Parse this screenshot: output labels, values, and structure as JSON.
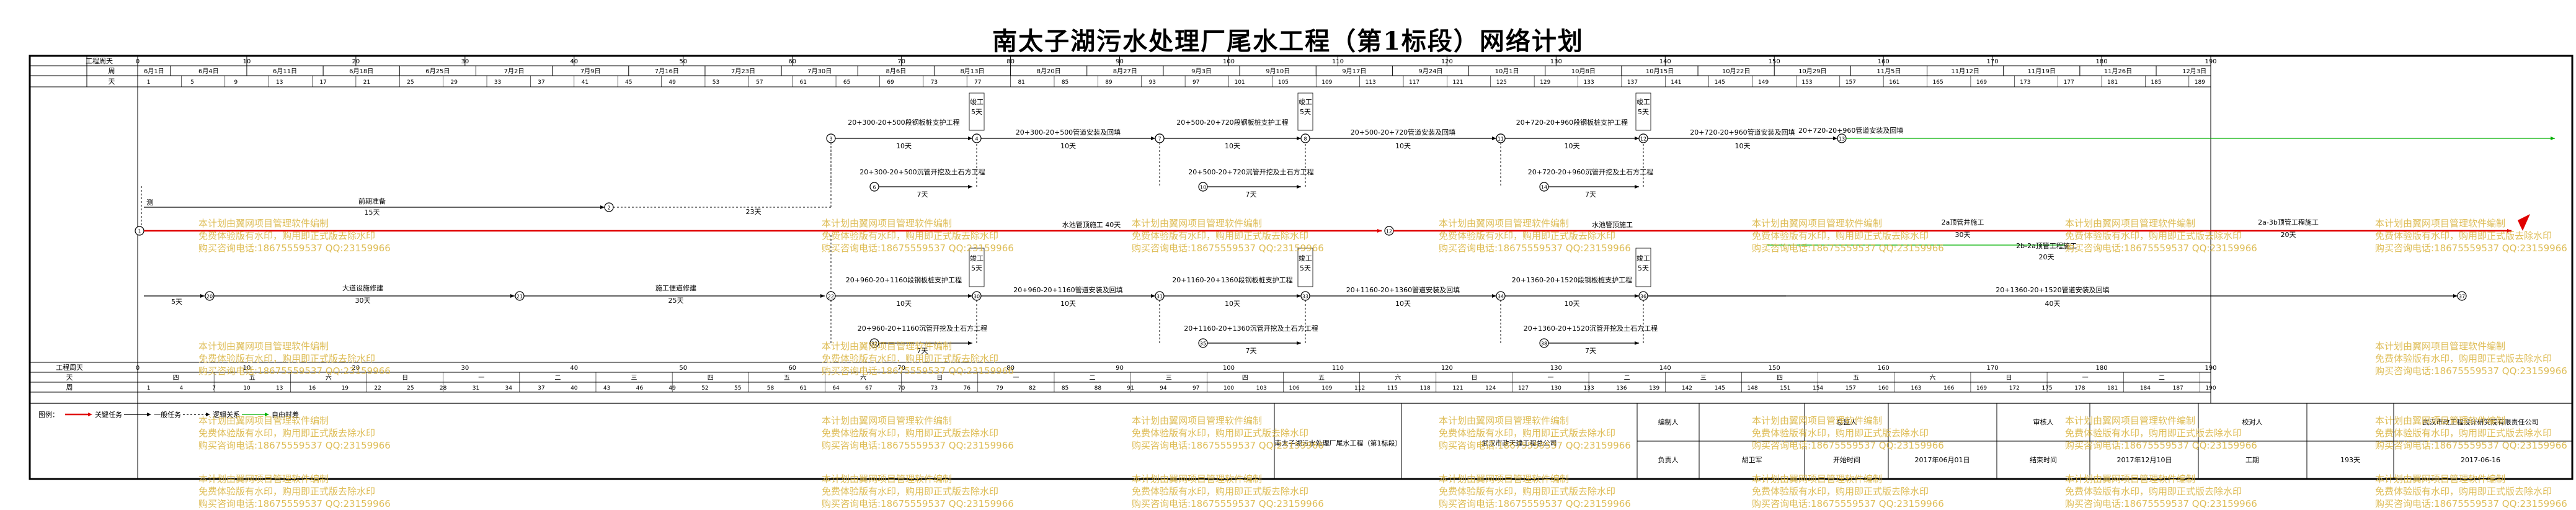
{
  "title": "南太子湖污水处理厂尾水工程（第1标段）网络计划",
  "row_labels": {
    "project_days": "工程周天",
    "week": "周",
    "day": "天",
    "bottom_project_days": "工程周天",
    "bottom_day": "天",
    "bottom_week": "周"
  },
  "top_ticks": [
    "0",
    "10",
    "20",
    "30",
    "40",
    "50",
    "60",
    "70",
    "80",
    "90",
    "100",
    "110",
    "120",
    "130",
    "140",
    "150",
    "160",
    "170",
    "180",
    "190"
  ],
  "week_dates": [
    "6月1日",
    "6月4日",
    "6月11日",
    "6月18日",
    "6月25日",
    "7月2日",
    "7月9日",
    "7月16日",
    "7月23日",
    "7月30日",
    "8月6日",
    "8月13日",
    "8月20日",
    "8月27日",
    "9月3日",
    "9月10日",
    "9月17日",
    "9月24日",
    "10月1日",
    "10月8日",
    "10月15日",
    "10月22日",
    "10月29日",
    "11月5日",
    "11月12日",
    "11月19日",
    "11月26日",
    "12月3日"
  ],
  "activities": {
    "prep": {
      "name": "前期准备",
      "dur": "15天"
    },
    "a1": {
      "name": "20+300-20+500段钢板桩支护工程",
      "dur": "10天"
    },
    "a1b": {
      "name": "20+300-20+500管道安装及回填",
      "dur": "10天"
    },
    "a1c": {
      "name": "20+300-20+500沉管开挖及土石方工程",
      "dur": "7天"
    },
    "a2": {
      "name": "20+500-20+720段钢板桩支护工程",
      "dur": "10天"
    },
    "a2b": {
      "name": "20+500-20+720管道安装及回填",
      "dur": "10天"
    },
    "a2c": {
      "name": "20+500-20+720沉管开挖及土石方工程",
      "dur": "7天"
    },
    "a3": {
      "name": "20+720-20+960段钢板桩支护工程",
      "dur": "10天"
    },
    "a3b": {
      "name": "20+720-20+960管道安装及回填",
      "dur": "10天"
    },
    "a3c": {
      "name": "20+720-20+960沉管开挖及土石方工程",
      "dur": "7天"
    },
    "crit1": {
      "name": "水池管顶施工",
      "dur": "40天"
    },
    "crit2": {
      "name": "水池管顶施工",
      "dur": "40天"
    },
    "crit3": {
      "name": "2a顶管井施工",
      "dur": "30天"
    },
    "crit4": {
      "name": "2a-3b顶管工程施工",
      "dur": "20天"
    },
    "crit5": {
      "name": "2b-2a顶管工程施工",
      "dur": "20天"
    },
    "road1": {
      "name": "施工便道修建",
      "dur": "25天"
    },
    "big": {
      "name": "大道设施修建",
      "dur": "30天"
    },
    "b1": {
      "name": "20+960-20+1160段钢板桩支护工程",
      "dur": "10天"
    },
    "b1b": {
      "name": "20+960-20+1160管道安装及回填",
      "dur": "10天"
    },
    "b1c": {
      "name": "20+960-20+1160沉管开挖及土石方工程",
      "dur": "7天"
    },
    "b2": {
      "name": "20+1160-20+1360段钢板桩支护工程",
      "dur": "10天"
    },
    "b2b": {
      "name": "20+1160-20+1360管道安装及回填",
      "dur": "10天"
    },
    "b2c": {
      "name": "20+1160-20+1360沉管开挖及土石方工程",
      "dur": "7天"
    },
    "b3": {
      "name": "20+1360-20+1520段钢板桩支护工程",
      "dur": "10天"
    },
    "b3b": {
      "name": "20+1360-20+1520管道安装及回填",
      "dur": "40天"
    },
    "b3c": {
      "name": "20+1360-20+1520沉管开挖及土石方工程",
      "dur": "7天"
    },
    "jiaogong": {
      "name": "竣工验收",
      "dur": "5天"
    },
    "survey": {
      "name": "测量放线",
      "dur": "5天"
    }
  },
  "legend": {
    "label": "图例：",
    "items": [
      {
        "text": "关键任务",
        "color": "#e00000"
      },
      {
        "text": "一般任务",
        "color": "#000000"
      },
      {
        "text": "逻辑关系",
        "color": "#000000"
      },
      {
        "text": "自由时差",
        "color": "#00b000"
      }
    ]
  },
  "titleblock": {
    "project": "南太子湖污水处理厂尾水工程（第1标段）",
    "company": "武汉市政天建工程总公司",
    "roles": [
      "编制人",
      "负责人",
      "总监人",
      "开始时间",
      "审核人",
      "结束时间",
      "校对人",
      "工期"
    ],
    "values": {
      "manager": "胡卫军",
      "start": "2017年06月01日",
      "end": "2017年12月10日",
      "duration": "193天",
      "date": "2017-06-16"
    },
    "software_company": "武汉市政工程设计研究院有限责任公司"
  },
  "watermark_lines": [
    "本计划由翼网项目管理软件编制",
    "免费体验版有水印，购用即正式版去除水印",
    "购买咨询电话:18675559537 QQ:23159966"
  ],
  "colors": {
    "critical": "#e00000",
    "float": "#00b000",
    "normal": "#000000",
    "watermark": "#d9b23a"
  }
}
